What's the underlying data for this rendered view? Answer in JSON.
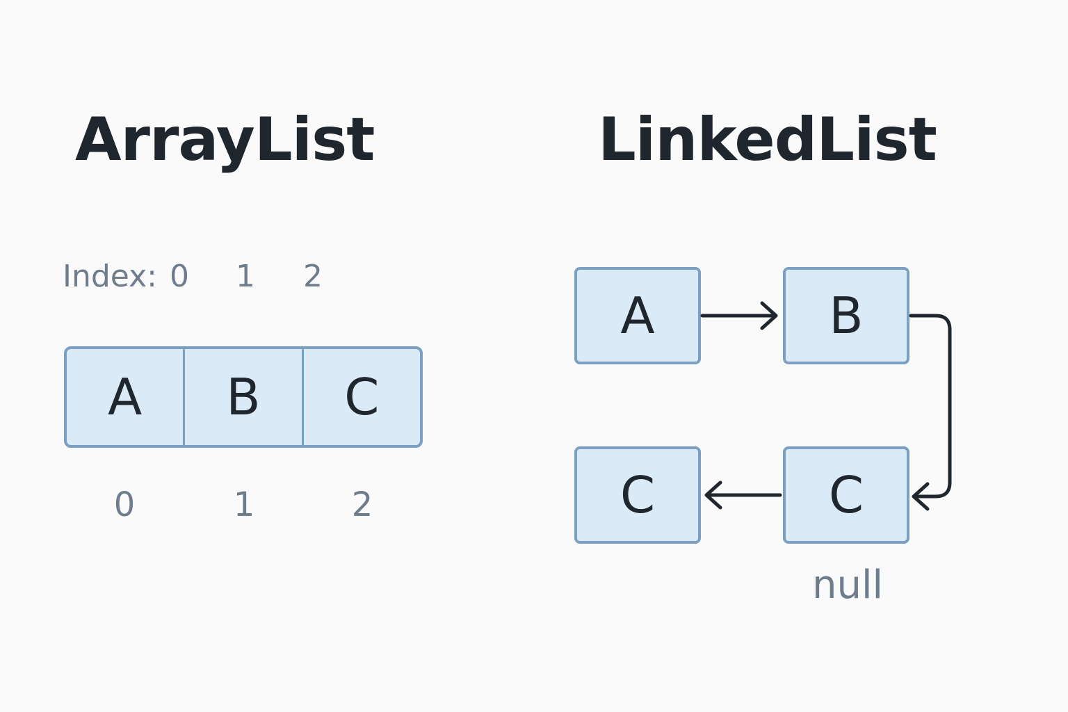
{
  "arraylist": {
    "title": "ArrayList",
    "index_label": "Index:",
    "top_indices": [
      "0",
      "1",
      "2"
    ],
    "cells": [
      "A",
      "B",
      "C"
    ],
    "bottom_indices": [
      "0",
      "1",
      "2"
    ]
  },
  "linkedlist": {
    "title": "LinkedList",
    "nodes": [
      "A",
      "B",
      "C",
      "C"
    ],
    "null_label": "null"
  }
}
